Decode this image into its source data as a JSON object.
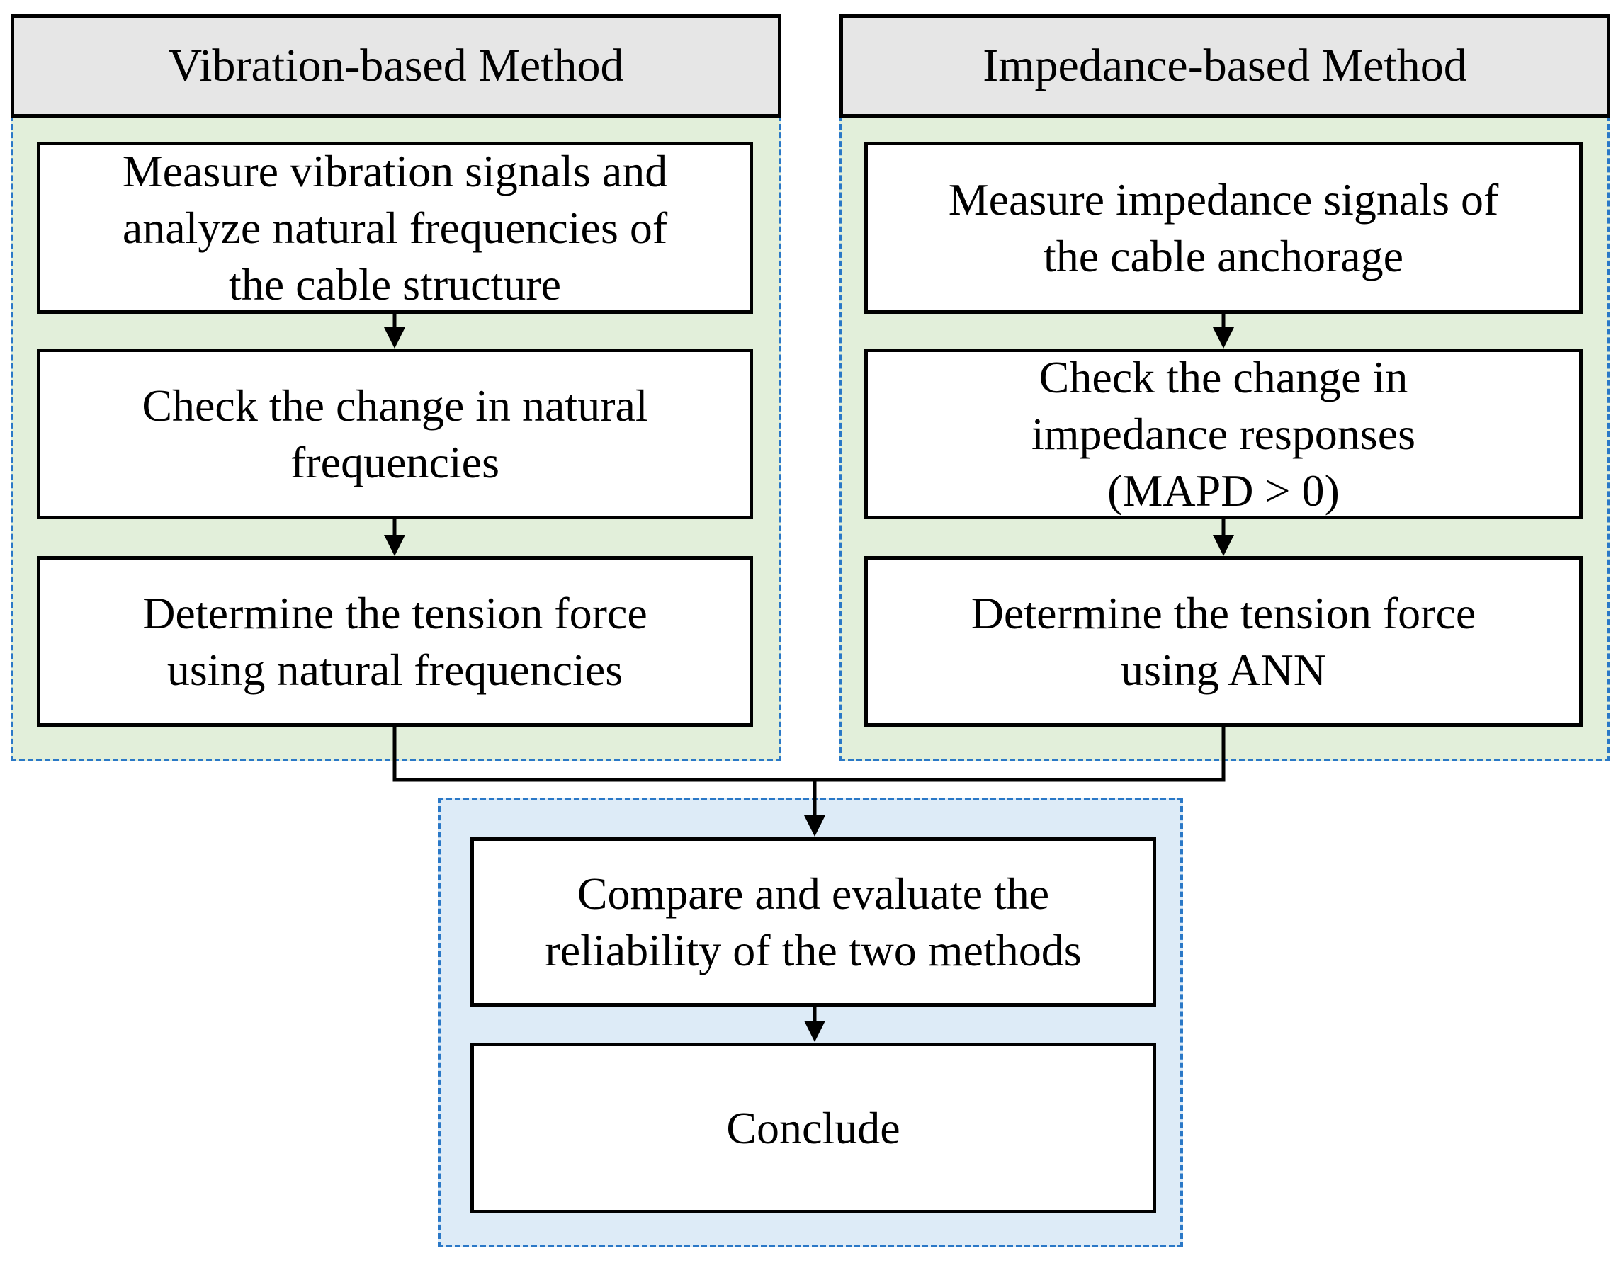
{
  "vibration": {
    "title": "Vibration-based Method",
    "steps": [
      "Measure vibration signals and\nanalyze natural frequencies of\nthe cable structure",
      "Check the change in natural\nfrequencies",
      "Determine the tension force\nusing natural frequencies"
    ]
  },
  "impedance": {
    "title": "Impedance-based Method",
    "steps": [
      "Measure impedance signals of\nthe cable anchorage",
      "Check the change in\nimpedance responses\n(MAPD > 0)",
      "Determine the tension force\nusing ANN"
    ]
  },
  "final": {
    "steps": [
      "Compare and evaluate the\nreliability of the two methods",
      "Conclude"
    ]
  },
  "colors": {
    "left_panel_fill": "#e2efda",
    "right_panel_fill": "#e2efda",
    "bottom_panel_fill": "#ddebf7",
    "panel_dash_border": "#2a78c7",
    "header_fill": "#e6e6e6",
    "box_border": "#000000"
  }
}
